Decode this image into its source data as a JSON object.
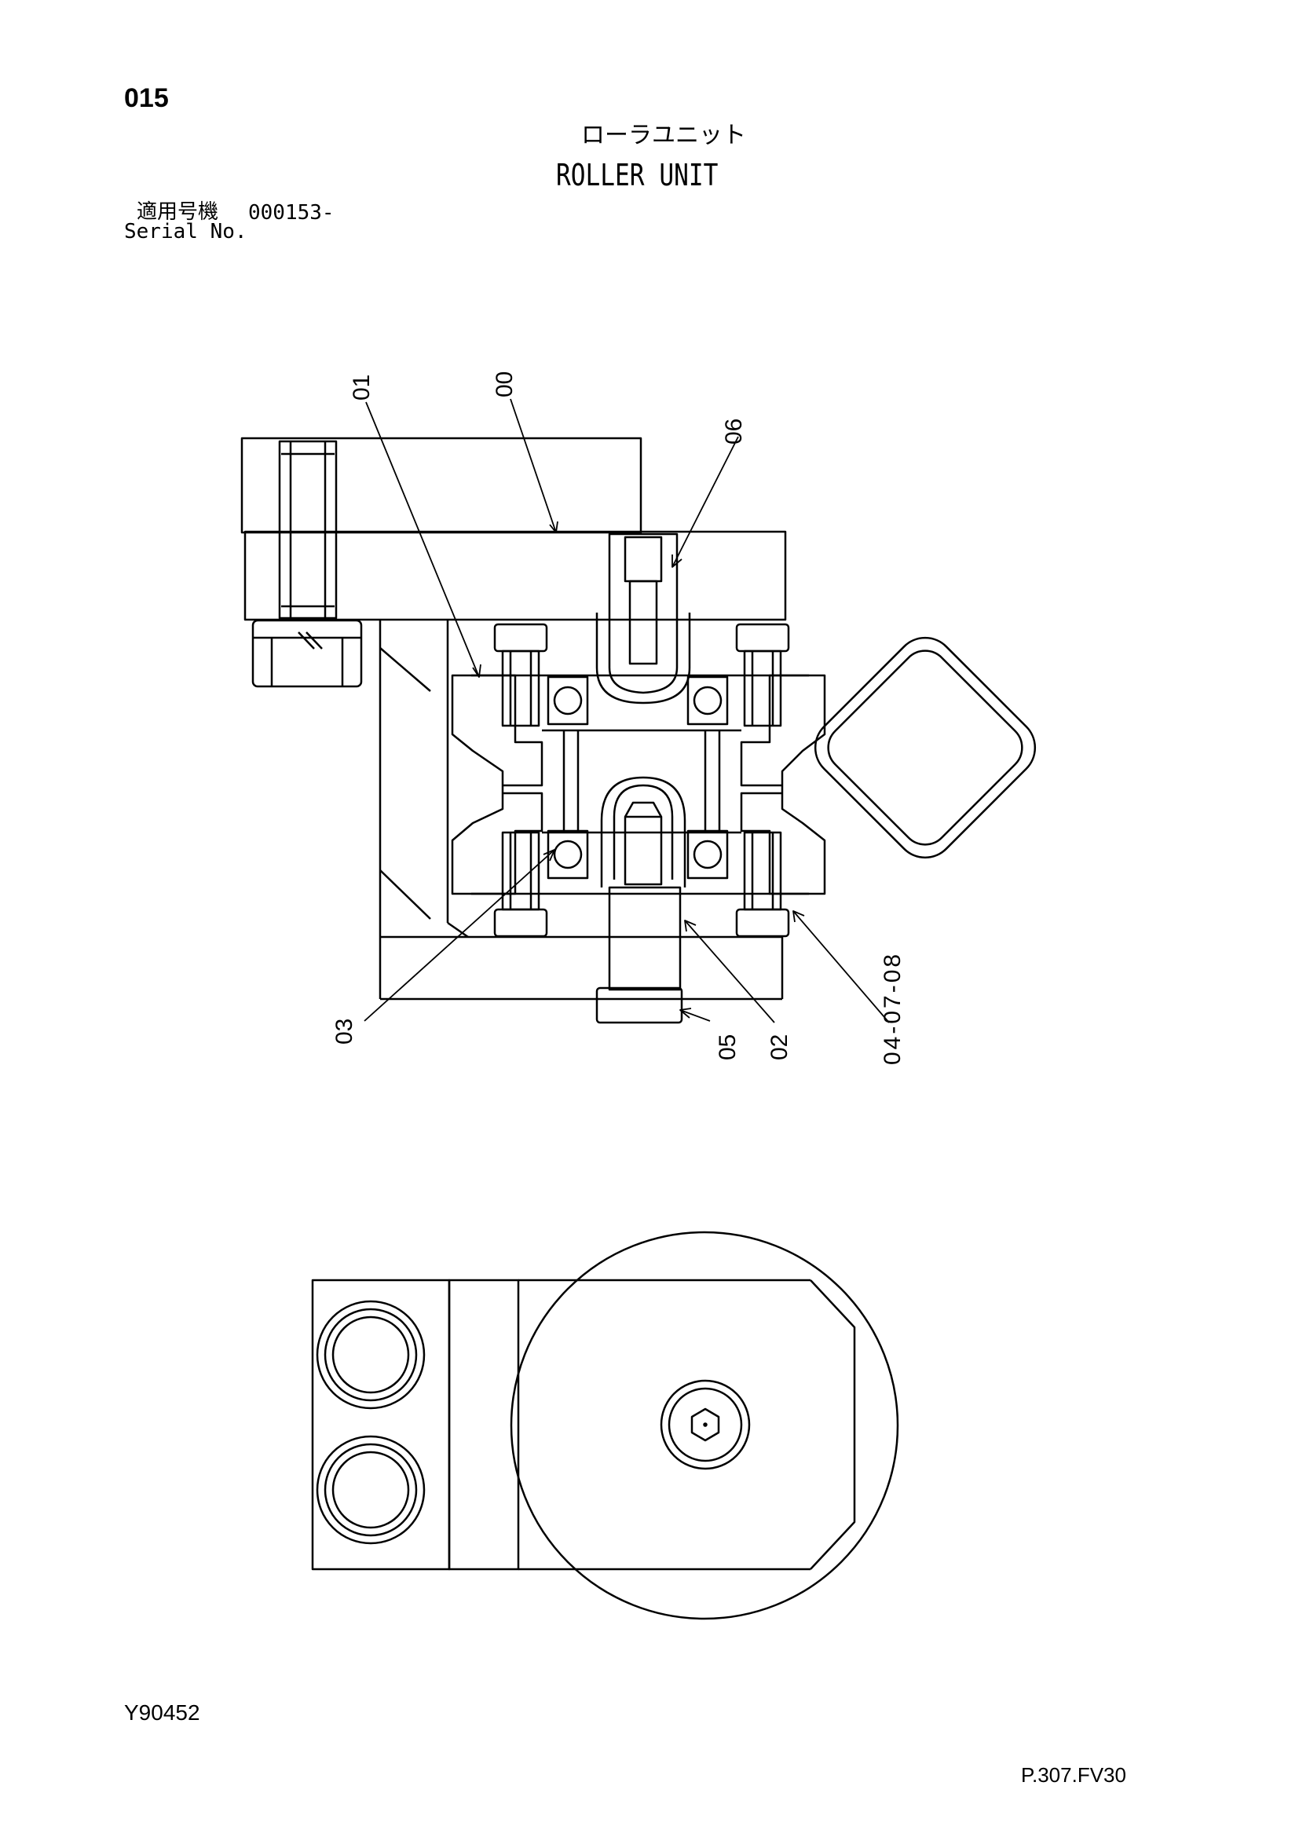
{
  "header": {
    "page_number": "015",
    "title_jp": "ローラユニット",
    "title_en": "ROLLER UNIT",
    "serial_label_jp": "適用号機",
    "serial_value": "000153-",
    "serial_label_en": "Serial No."
  },
  "callouts": {
    "c00": "00",
    "c01": "01",
    "c02": "02",
    "c03": "03",
    "c04": "04-07-08",
    "c05": "05",
    "c06": "06"
  },
  "footer": {
    "figure_code": "Y90452",
    "page_ref": "P.307.FV30"
  }
}
